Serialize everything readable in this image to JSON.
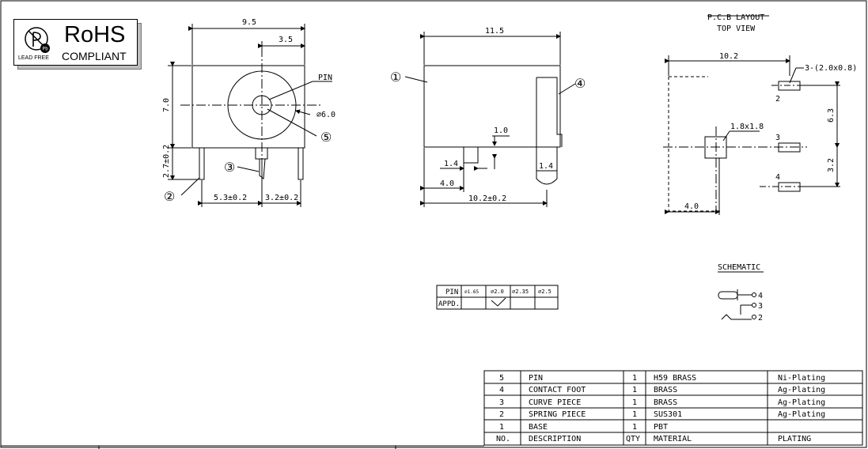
{
  "logo": {
    "title": "RoHS",
    "subtitle": "COMPLIANT",
    "lead_text": "LEAD FREE",
    "mark_letter": "Pb"
  },
  "front_view": {
    "dim_width": "9.5",
    "dim_offset": "3.5",
    "dim_height": "7.0",
    "dim_pin_drop": "2.7±0.2",
    "dim_left_pitch": "5.3±0.2",
    "dim_right_pitch": "3.2±0.2",
    "label_pin": "PIN",
    "label_dia": "⌀6.0",
    "callouts": [
      "②",
      "③",
      "⑤"
    ]
  },
  "side_view": {
    "dim_length": "11.5",
    "dim_small_a": "1.0",
    "dim_small_b": "1.4",
    "dim_small_c": "4.0",
    "dim_small_d": "1.4",
    "dim_overall": "10.2±0.2",
    "callouts": [
      "①",
      "④"
    ]
  },
  "pcb_layout": {
    "title": "P.C.B LAYOUT",
    "subtitle": "TOP VIEW",
    "dim_width": "10.2",
    "dim_slot": "3-(2.0x0.8)",
    "dim_square": "1.8x1.8",
    "dim_v1": "6.3",
    "dim_v2": "3.2",
    "dim_bottom": "4.0",
    "pin_labels": [
      "2",
      "3",
      "4"
    ]
  },
  "schematic": {
    "title": "SCHEMATIC",
    "pins": [
      "4",
      "3",
      "2"
    ]
  },
  "pin_table": {
    "header_label": "PIN",
    "row_label": "APPD.",
    "options": [
      "⌀1.65",
      "⌀2.0",
      "⌀2.35",
      "⌀2.5"
    ],
    "checked": "⌀2.0"
  },
  "bom": {
    "headers": [
      "NO.",
      "DESCRIPTION",
      "QTY",
      "MATERIAL",
      "PLATING"
    ],
    "rows": [
      [
        "5",
        "PIN",
        "1",
        "H59 BRASS",
        "Ni-Plating"
      ],
      [
        "4",
        "CONTACT FOOT",
        "1",
        "BRASS",
        "Ag-Plating"
      ],
      [
        "3",
        "CURVE PIECE",
        "1",
        "BRASS",
        "Ag-Plating"
      ],
      [
        "2",
        "SPRING PIECE",
        "1",
        "SUS301",
        "Ag-Plating"
      ],
      [
        "1",
        "BASE",
        "1",
        "PBT",
        ""
      ]
    ]
  }
}
